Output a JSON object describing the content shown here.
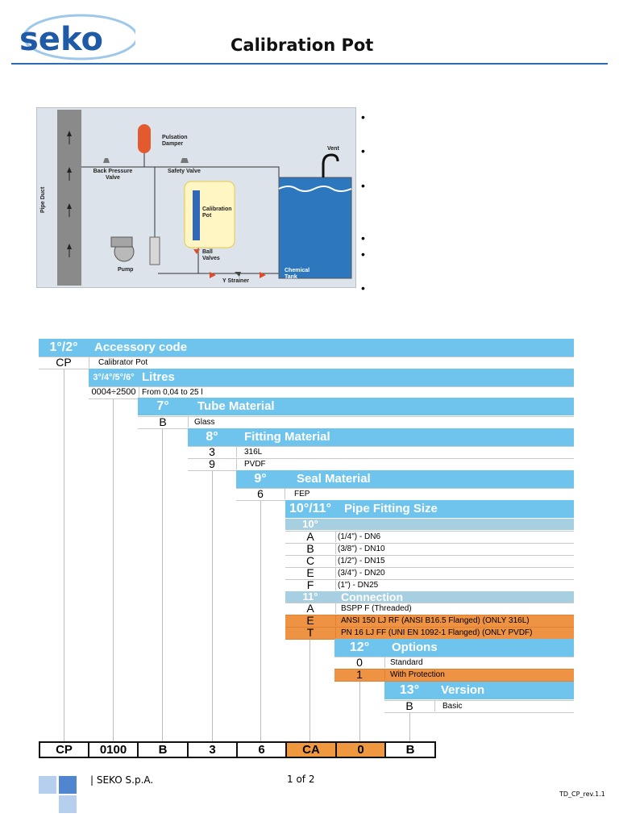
{
  "header": {
    "logo_text": "seko",
    "title": "Calibration Pot",
    "brand_color": "#1f5aa6"
  },
  "bullets": [
    "",
    "",
    "",
    "",
    "",
    ""
  ],
  "diagram": {
    "labels": {
      "pulsation_damper": "Pulsation Damper",
      "vent": "Vent",
      "back_pressure_valve": "Back Pressure Valve",
      "safety_valve": "Safety Valve",
      "pipe_duct": "Pipe Duct",
      "calibration_pot": "Calibration Pot",
      "ball_valves": "Ball Valves",
      "pump": "Pump",
      "y_strainer": "Y Strainer",
      "chemical_tank": "Chemical Tank"
    }
  },
  "code_table": {
    "sections": [
      {
        "num": "1°/2°",
        "title": "Accessory code",
        "rows": [
          {
            "code": "CP",
            "desc": "Calibrator Pot"
          }
        ]
      },
      {
        "num": "3°/4°/5°/6°",
        "title": "Litres",
        "rows": [
          {
            "code": "0004÷2500",
            "desc": "From 0,04 to 25 l"
          }
        ]
      },
      {
        "num": "7°",
        "title": "Tube Material",
        "rows": [
          {
            "code": "B",
            "desc": "Glass"
          }
        ]
      },
      {
        "num": "8°",
        "title": "Fitting Material",
        "rows": [
          {
            "code": "3",
            "desc": "316L"
          },
          {
            "code": "9",
            "desc": "PVDF"
          }
        ]
      },
      {
        "num": "9°",
        "title": "Seal Material",
        "rows": [
          {
            "code": "6",
            "desc": "FEP"
          }
        ]
      },
      {
        "num": "10°/11°",
        "title": "Pipe Fitting Size",
        "sub10": {
          "num": "10°",
          "rows": [
            {
              "code": "A",
              "desc": "(1/4\") - DN6"
            },
            {
              "code": "B",
              "desc": "(3/8\") - DN10"
            },
            {
              "code": "C",
              "desc": "(1/2\") - DN15"
            },
            {
              "code": "E",
              "desc": "(3/4\") - DN20"
            },
            {
              "code": "F",
              "desc": "(1\") - DN25"
            }
          ]
        },
        "sub11": {
          "num": "11°",
          "title": "Connection",
          "rows": [
            {
              "code": "A",
              "desc": "BSPP F (Threaded)",
              "highlight": false
            },
            {
              "code": "E",
              "desc": "ANSI 150 LJ RF (ANSI B16.5 Flanged) (ONLY 316L)",
              "highlight": true
            },
            {
              "code": "T",
              "desc": "PN 16 LJ FF (UNI EN 1092-1 Flanged) (ONLY PVDF)",
              "highlight": true
            }
          ]
        }
      },
      {
        "num": "12°",
        "title": "Options",
        "rows": [
          {
            "code": "0",
            "desc": "Standard",
            "highlight": false
          },
          {
            "code": "1",
            "desc": "With Protection",
            "highlight": true
          }
        ]
      },
      {
        "num": "13°",
        "title": "Version",
        "rows": [
          {
            "code": "B",
            "desc": "Basic"
          }
        ]
      }
    ],
    "example_code": [
      {
        "value": "CP",
        "highlight": false
      },
      {
        "value": "0100",
        "highlight": false
      },
      {
        "value": "B",
        "highlight": false
      },
      {
        "value": "3",
        "highlight": false
      },
      {
        "value": "6",
        "highlight": false
      },
      {
        "value": "CA",
        "highlight": true
      },
      {
        "value": "0",
        "highlight": true
      },
      {
        "value": "B",
        "highlight": false
      }
    ],
    "colors": {
      "header_blue": "#6ec4ec",
      "sub_blue": "#a7cfe2",
      "highlight_orange": "#ee9244"
    }
  },
  "footer": {
    "company": "| SEKO S.p.A.",
    "page": "1 of 2",
    "doc_ref": "TD_CP_rev.1.1"
  }
}
